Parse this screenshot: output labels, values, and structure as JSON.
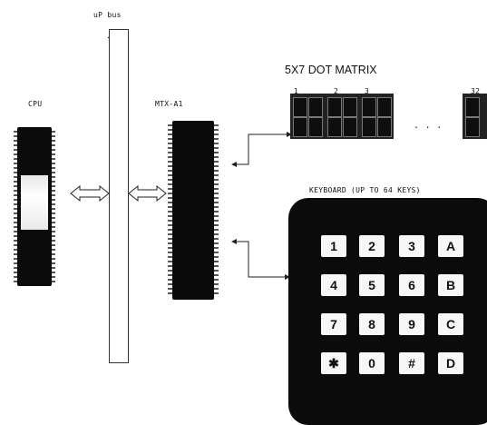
{
  "labels": {
    "bus": "uP bus",
    "cpu": "CPU",
    "mtx": "MTX-A1",
    "dot_matrix": "5X7 DOT MATRIX",
    "keyboard": "KEYBOARD (UP TO 64 KEYS)",
    "ellipsis": ". . ."
  },
  "module_numbers": [
    "1",
    "2",
    "3",
    "32"
  ],
  "keys": [
    [
      "1",
      "2",
      "3",
      "A"
    ],
    [
      "4",
      "5",
      "6",
      "B"
    ],
    [
      "7",
      "8",
      "9",
      "C"
    ],
    [
      "✱",
      "0",
      "#",
      "D"
    ]
  ]
}
